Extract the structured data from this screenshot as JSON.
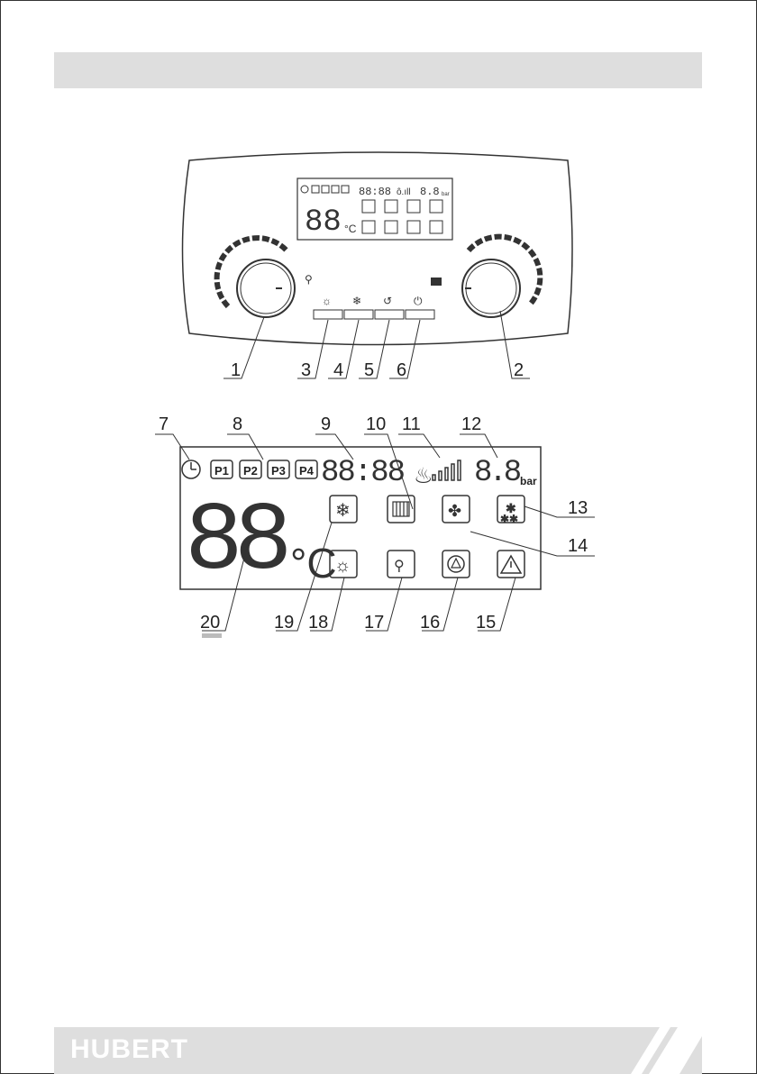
{
  "brand": {
    "name": "HUBERT"
  },
  "panel": {
    "labels": [
      "1",
      "2",
      "3",
      "4",
      "5",
      "6"
    ]
  },
  "lcd": {
    "programs": [
      "P1",
      "P2",
      "P3",
      "P4"
    ],
    "pressure_unit": "bar",
    "temp_unit": "°C",
    "callouts": [
      "7",
      "8",
      "9",
      "10",
      "11",
      "12",
      "13",
      "14",
      "15",
      "16",
      "17",
      "18",
      "19",
      "20"
    ]
  },
  "colors": {
    "band": "#dedede",
    "line": "#333333"
  }
}
